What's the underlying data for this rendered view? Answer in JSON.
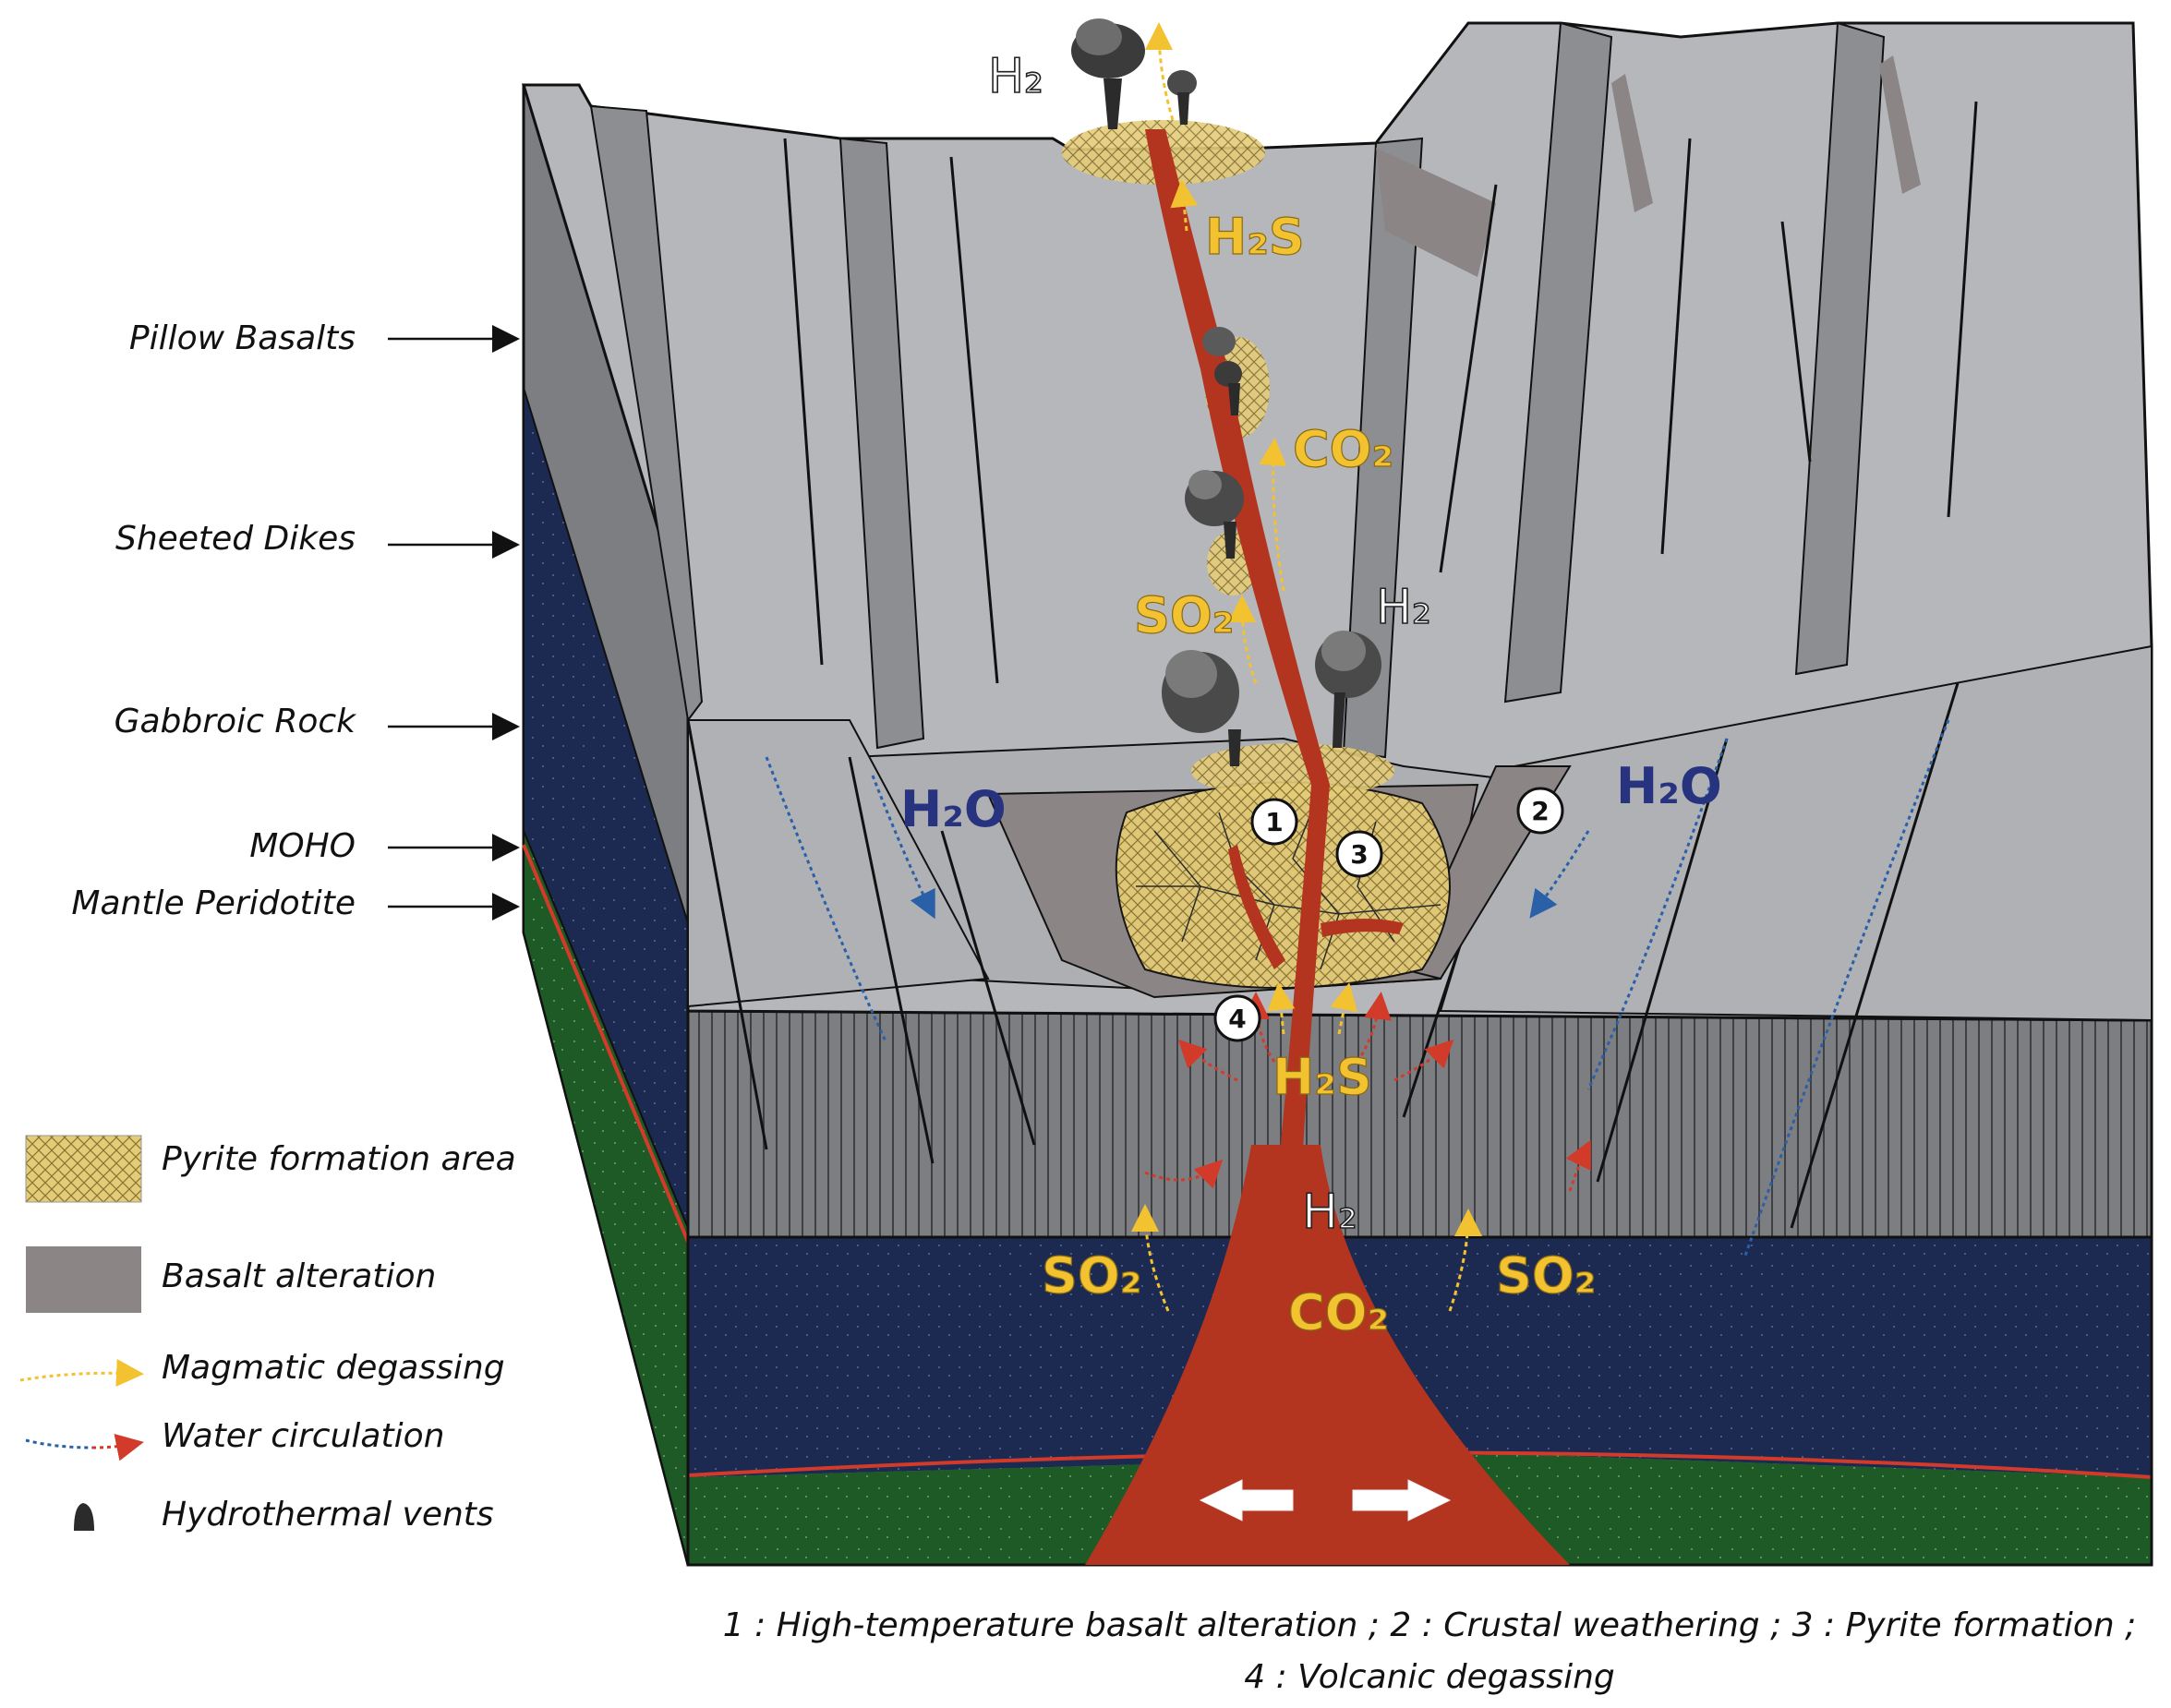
{
  "layers": {
    "pillow_basalts": "Pillow Basalts",
    "sheeted_dikes": "Sheeted Dikes",
    "gabbroic_rock": "Gabbroic Rock",
    "moho": "MOHO",
    "mantle_peridotite": "Mantle Peridotite"
  },
  "legend": {
    "pyrite": "Pyrite formation area",
    "basalt_alteration": "Basalt alteration",
    "magmatic_degassing": "Magmatic degassing",
    "water_circulation": "Water circulation",
    "hydrothermal_vents": "Hydrothermal vents"
  },
  "gases": {
    "h2": "H₂",
    "h2s": "H₂S",
    "co2": "CO₂",
    "so2": "SO₂",
    "h2o": "H₂O"
  },
  "markers": [
    "1",
    "2",
    "3",
    "4"
  ],
  "caption": {
    "line1": "1 : High-temperature basalt alteration ; 2 : Crustal weathering ; 3 : Pyrite formation ;",
    "line2": "4 : Volcanic degassing"
  },
  "colors": {
    "basalt": "#b6b7bb",
    "dikes": "#7d7e82",
    "gabbro": "#1c2a52",
    "mantle": "#1e5a25",
    "magma": "#b3341f",
    "alteration": "#8c8586",
    "pyrite": "#e3cc78",
    "water": "#2a60a8"
  }
}
